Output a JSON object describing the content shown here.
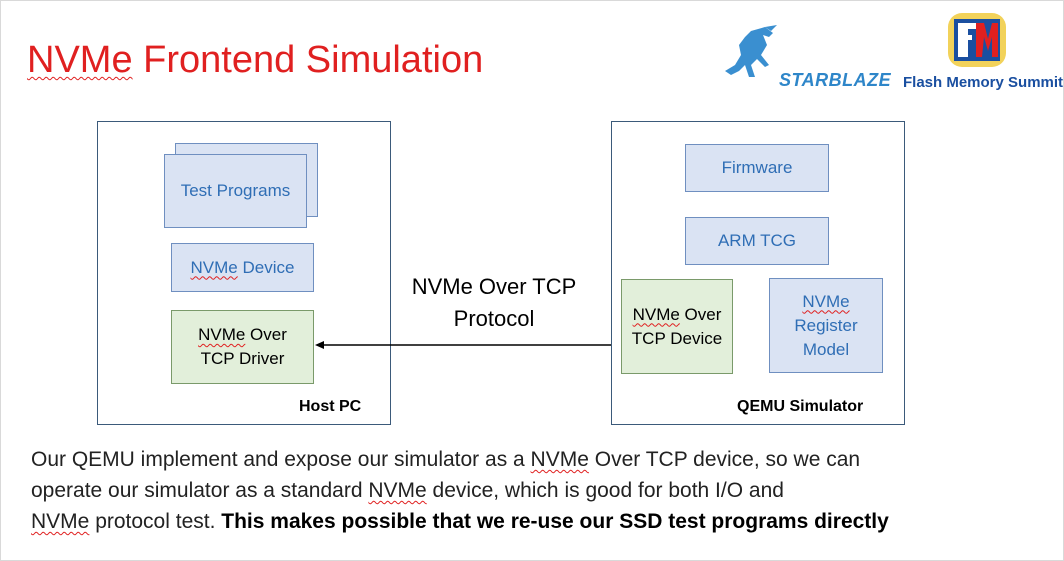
{
  "slide": {
    "title_part1": "NVMe",
    "title_part2": " Frontend Simulation"
  },
  "logos": {
    "starblaze": "STARBLAZE",
    "fms": "Flash Memory Summit"
  },
  "host": {
    "label": "Host PC",
    "test_programs": "Test Programs",
    "nvme_device_a": "NVMe",
    "nvme_device_b": " Device",
    "driver_line1a": "NVMe",
    "driver_line1b": " Over",
    "driver_line2": "TCP Driver"
  },
  "protocol": {
    "line1": "NVMe Over TCP",
    "line2": "Protocol"
  },
  "qemu": {
    "label": "QEMU Simulator",
    "firmware": "Firmware",
    "arm_tcg": "ARM TCG",
    "tcp_dev_line1a": "NVMe",
    "tcp_dev_line1b": " Over",
    "tcp_dev_line2": "TCP Device",
    "reg_line1": "NVMe",
    "reg_line2": "Register",
    "reg_line3": "Model"
  },
  "description": {
    "p1": "Our QEMU implement and expose our simulator as a ",
    "nvme1": "NVMe",
    "p2": " Over TCP device, so we can",
    "p3": "operate our simulator as a standard ",
    "nvme2": "NVMe",
    "p4": " device, which is good for both I/O and",
    "nvme3": "NVMe",
    "p5": " protocol test. ",
    "bold": "This makes possible that we re-use our SSD test programs directly"
  },
  "colors": {
    "title": "#e02020",
    "box_blue_fill": "#dae3f3",
    "box_green_fill": "#e2efda",
    "box_text_blue": "#2f6eb5"
  }
}
